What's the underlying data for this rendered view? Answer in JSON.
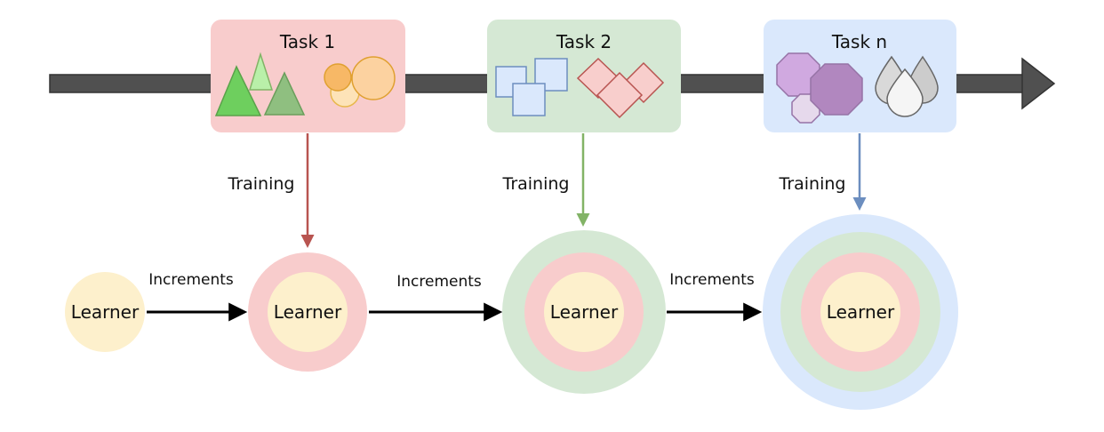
{
  "tasks": [
    {
      "title": "Task 1",
      "color": "#f8cccc"
    },
    {
      "title": "Task 2",
      "color": "#d5e8d4"
    },
    {
      "title": "Task n",
      "color": "#dae8fc"
    }
  ],
  "training_labels": [
    "Training",
    "Training",
    "Training"
  ],
  "increment_labels": [
    "Increments",
    "Increments",
    "Increments"
  ],
  "learners": [
    "Learner",
    "Learner",
    "Learner",
    "Learner"
  ],
  "colors": {
    "timeline": "#505050",
    "learner_core": "#fdf0cc",
    "ring_task1": "#f8cccc",
    "ring_task2": "#d5e8d4",
    "ring_taskn": "#dae8fc",
    "arrow_task1": "#b85450",
    "arrow_task2": "#82b366",
    "arrow_taskn": "#6c8ebf",
    "increment_arrow": "#000000"
  },
  "icons": [
    "triangle-shapes-icon",
    "circle-shapes-icon",
    "square-shapes-icon",
    "diamond-shapes-icon",
    "octagon-shapes-icon",
    "droplet-shapes-icon"
  ]
}
